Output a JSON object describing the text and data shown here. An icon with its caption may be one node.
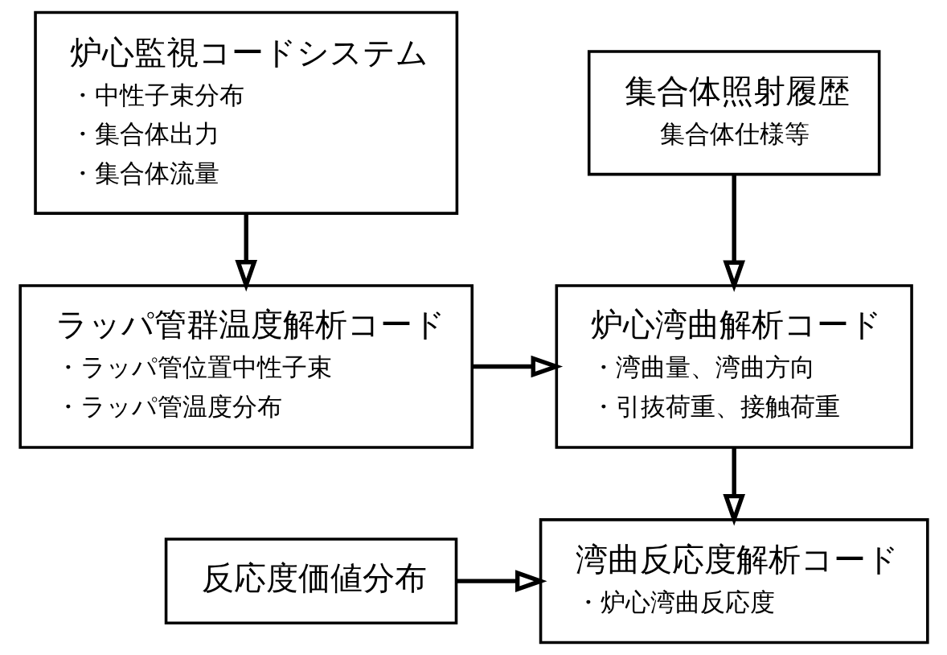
{
  "diagram": {
    "nodes": [
      {
        "text": [
          "炉心監視コードシステム",
          "・中性子束分布",
          "・集合体出力",
          "・集合体流量"
        ]
      },
      {
        "text": [
          "集合体照射履歴",
          "集合体仕様等"
        ]
      },
      {
        "text": [
          "ラッパ管群温度解析コード",
          "・ラッパ管位置中性子束",
          "・ラッパ管温度分布"
        ]
      },
      {
        "text": [
          "炉心湾曲解析コード",
          "・湾曲量、湾曲方向",
          "・引抜荷重、接触荷重"
        ]
      },
      {
        "text": [
          "反応度価値分布"
        ]
      },
      {
        "text": [
          "湾曲反応度解析コード",
          "・炉心湾曲反応度"
        ]
      }
    ],
    "edges": [
      {
        "from": 0,
        "to": 2,
        "arrow": "to"
      },
      {
        "from": 1,
        "to": 3,
        "arrow": "to"
      },
      {
        "from": 2,
        "to": 3,
        "arrow": "to"
      },
      {
        "from": 3,
        "to": 5,
        "arrow": "to"
      },
      {
        "from": 4,
        "to": 5,
        "arrow": "to"
      }
    ]
  }
}
